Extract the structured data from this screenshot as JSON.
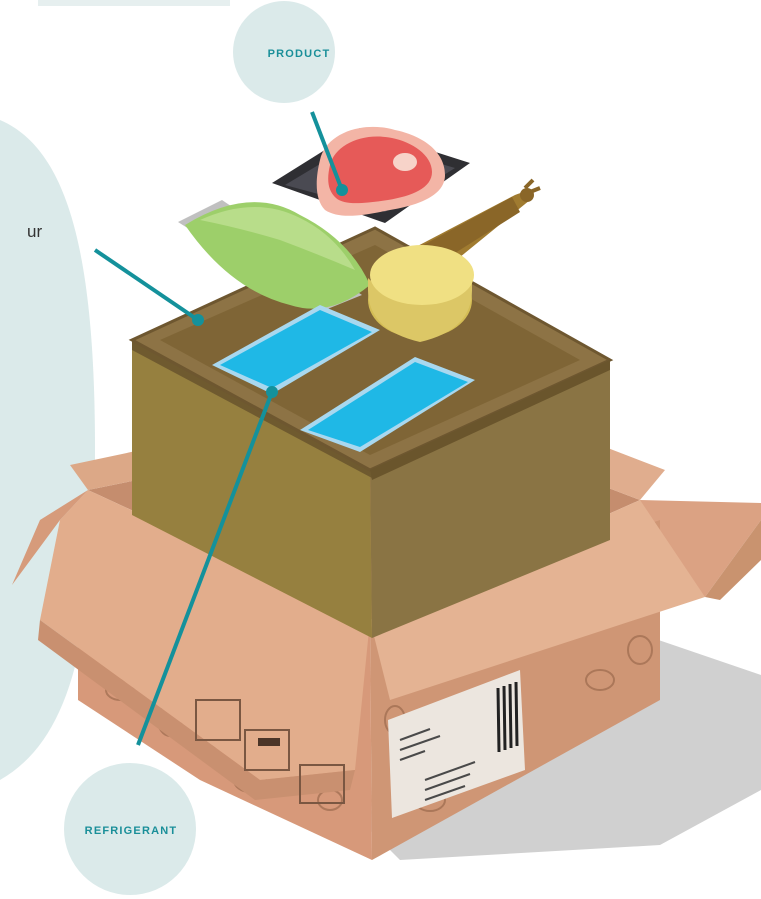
{
  "callouts": {
    "product": {
      "label": "PRODUCT"
    },
    "refrigerant": {
      "label": "REFRIGERANT"
    },
    "insulation_cut_text": "ur"
  },
  "colors": {
    "bubble": "#dbeaea",
    "leader": "#14919b",
    "label": "#1a8f99",
    "shipper_box": "#e2ad8c",
    "insulated_box": "#8f7a45",
    "gel_pack": "#1fb8e6",
    "shadow": "#cfcfcf"
  },
  "icons": [
    "steak-tray-icon",
    "sausage-icon",
    "green-pouch-icon",
    "cheese-wheel-icon",
    "gel-pack-icon",
    "shipping-label-icon",
    "barcode-icon"
  ]
}
